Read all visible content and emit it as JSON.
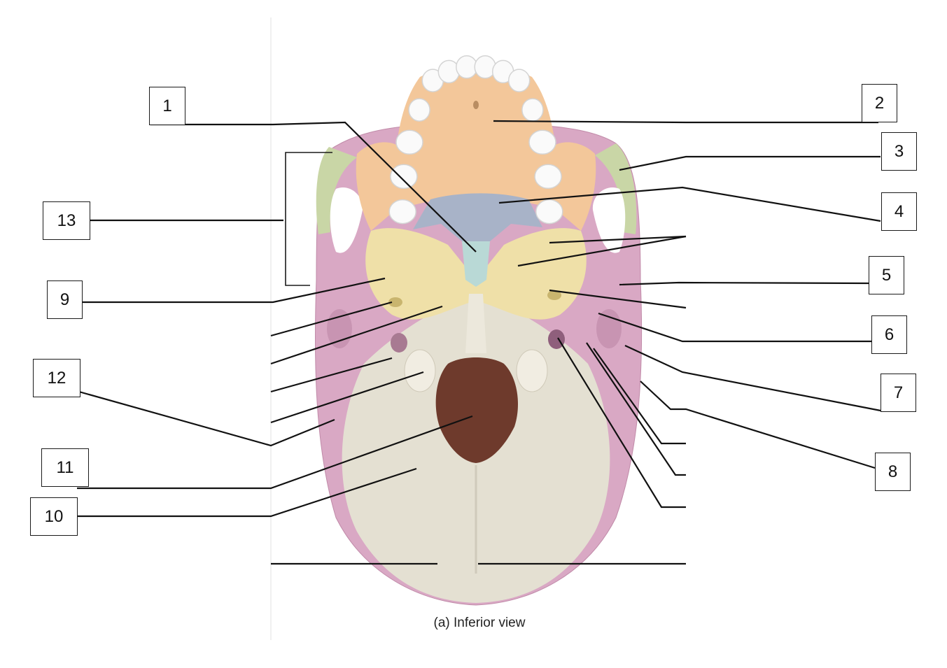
{
  "caption": "(a) Inferior view",
  "labels": [
    "1",
    "2",
    "3",
    "4",
    "5",
    "6",
    "7",
    "8",
    "9",
    "10",
    "11",
    "12",
    "13"
  ],
  "colors": {
    "maxilla": "#f3c79a",
    "palatine": "#f6d7b4",
    "vomer": "#a8b3c8",
    "sphenoid": "#efe0a8",
    "temporal": "#d9a8c4",
    "occipital": "#e4e0d2",
    "zygomatic": "#c9d6a6",
    "foramen_magnum": "#6e3a2c",
    "ethmoid_gap": "#b9d9d6",
    "teeth": "#fafafa"
  }
}
